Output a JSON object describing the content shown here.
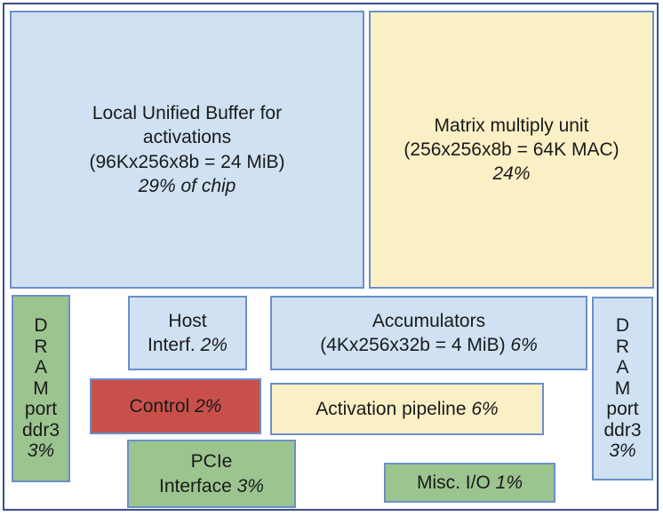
{
  "blocks": {
    "unified_buffer": {
      "title_line1": "Local Unified Buffer for",
      "title_line2": "activations",
      "detail": "(96Kx256x8b = 24 MiB)",
      "pct": "29% of chip"
    },
    "matrix_multiply": {
      "title": "Matrix multiply unit",
      "detail": "(256x256x8b = 64K MAC)",
      "pct": "24%"
    },
    "dram_left": {
      "letters": [
        "D",
        "R",
        "A",
        "M"
      ],
      "word1": "port",
      "word2": "ddr3",
      "pct": "3%"
    },
    "dram_right": {
      "letters": [
        "D",
        "R",
        "A",
        "M"
      ],
      "word1": "port",
      "word2": "ddr3",
      "pct": "3%"
    },
    "host_interface": {
      "title": "Host",
      "subtitle": "Interf.",
      "pct": "2%"
    },
    "accumulators": {
      "title": "Accumulators",
      "detail": "(4Kx256x32b = 4 MiB)",
      "pct": "6%"
    },
    "control": {
      "title": "Control",
      "pct": "2%"
    },
    "activation_pipeline": {
      "title": "Activation pipeline",
      "pct": "6%"
    },
    "pcie_interface": {
      "title": "PCIe",
      "subtitle": "Interface",
      "pct": "3%"
    },
    "misc_io": {
      "title": "Misc. I/O",
      "pct": "1%"
    }
  },
  "colors": {
    "frame_border": "#3b4e8c",
    "block_border": "#6b8fc9",
    "blue_block": "#cfe1f3",
    "yellow_block": "#fbefc6",
    "green_block": "#9cc48f",
    "red_block": "#c9504a"
  }
}
